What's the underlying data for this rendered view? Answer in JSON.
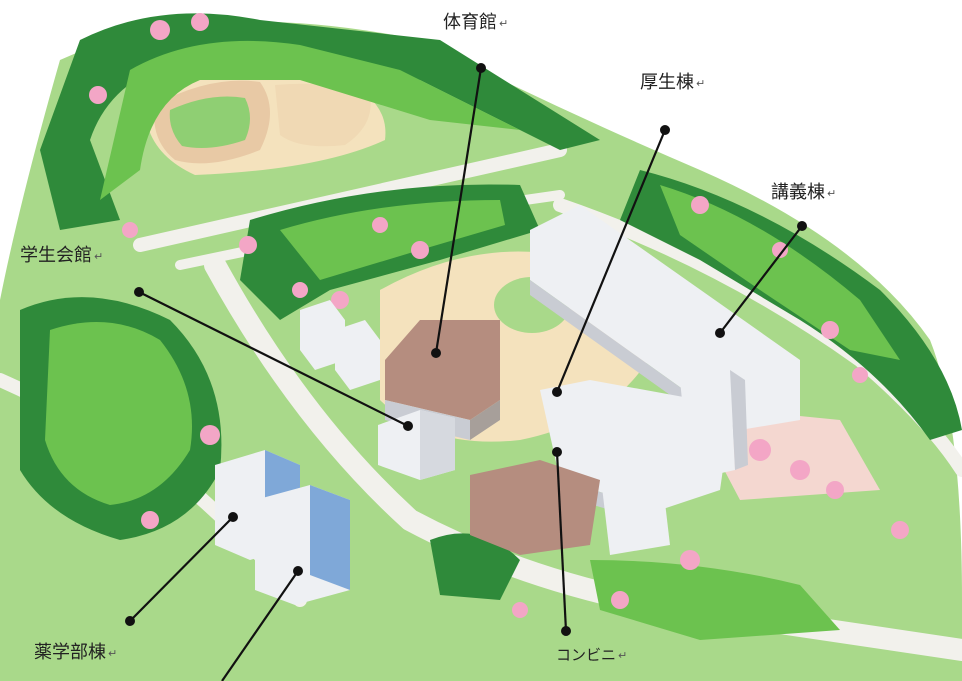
{
  "map": {
    "return_mark": "↵",
    "labels": {
      "gym": "体育館",
      "welfare": "厚生棟",
      "lecture": "講義棟",
      "student_hall": "学生会館",
      "pharmacy": "薬学部棟",
      "convenience_store": "コンビニ"
    },
    "colors": {
      "grass": "#a9d98a",
      "tree_dark": "#2f8a3a",
      "tree_light": "#6cc24f",
      "blossom": "#f3a6c6",
      "road": "#f2f1ec",
      "plaza": "#f4e2bd",
      "track": "#e8c9a5",
      "field": "#8fcf73",
      "building_white": "#eef0f3",
      "building_shadow": "#c9ccd3",
      "roof_brown": "#b58d7f",
      "glass_blue": "#7fa8d8",
      "leader_line": "#111111"
    }
  }
}
